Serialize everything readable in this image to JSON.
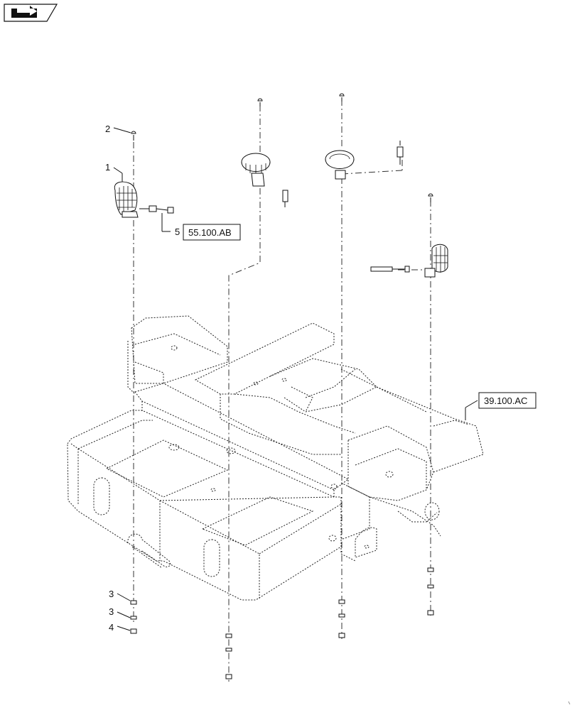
{
  "toolbar": {
    "nav_icon": "book-arrow-icon"
  },
  "callouts": [
    {
      "id": "c1",
      "number": "1"
    },
    {
      "id": "c2",
      "number": "2"
    },
    {
      "id": "c3a",
      "number": "3"
    },
    {
      "id": "c3b",
      "number": "3"
    },
    {
      "id": "c4",
      "number": "4"
    },
    {
      "id": "c5",
      "number": "5"
    }
  ],
  "references": [
    {
      "id": "ref1",
      "label": "55.100.AB"
    },
    {
      "id": "ref2",
      "label": "39.100.AC"
    }
  ],
  "colors": {
    "line": "#111111",
    "background": "#ffffff"
  }
}
